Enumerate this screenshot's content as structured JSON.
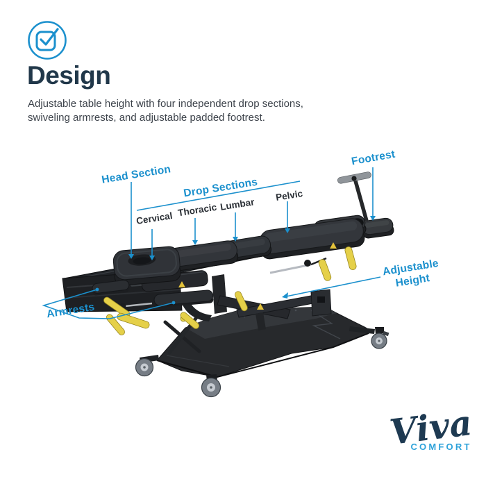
{
  "header": {
    "icon": "check-square-icon",
    "title": "Design",
    "description_lines": [
      "Adjustable table height with four independent drop sections,",
      "swiveling armrests, and adjustable padded footrest."
    ]
  },
  "annotations": {
    "head_section": "Head Section",
    "drop_sections": "Drop Sections",
    "drop_items": [
      "Cervical",
      "Thoracic",
      "Lumbar",
      "Pelvic"
    ],
    "footrest": "Footrest",
    "armrests": "Armrests",
    "adjustable_height": "Adjustable Height"
  },
  "brand": {
    "name": "Viva",
    "tagline": "COMFORT"
  },
  "colors": {
    "accent": "#1b90cd",
    "heading": "#21384a",
    "body_text": "#3d434b",
    "sublabel": "#2b3036",
    "brand_navy": "#1e3a52",
    "brand_blue": "#2da2da",
    "table_black": "#2a2d31",
    "lever_yellow": "#e5d049"
  }
}
